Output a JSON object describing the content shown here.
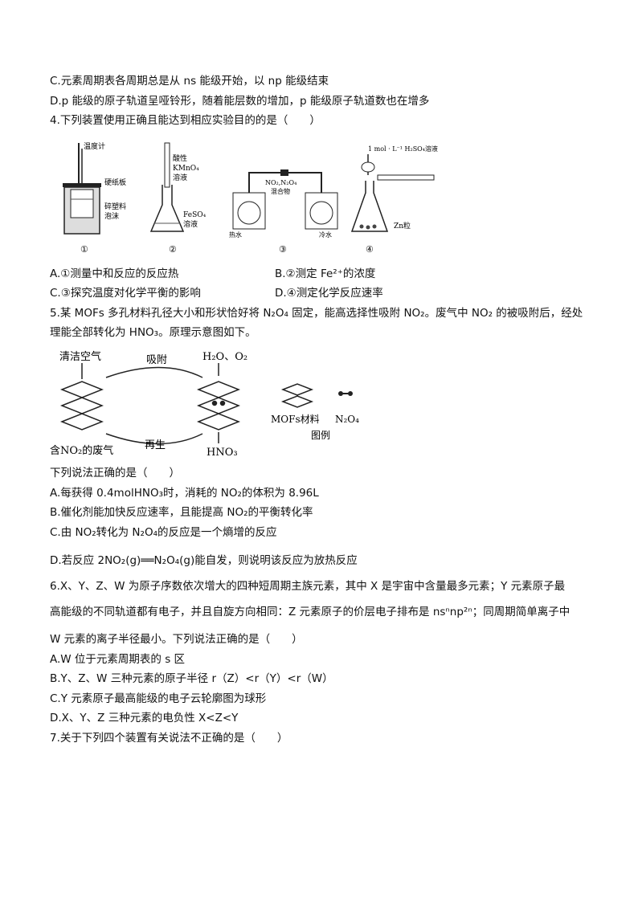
{
  "q3": {
    "optC": "C.元素周期表各周期总是从 ns 能级开始，以 np 能级结束",
    "optD": "D.p 能级的原子轨道呈哑铃形，随着能层数的增加，p 能级原子轨道数也在增多"
  },
  "q4": {
    "stem": "4.下列装置使用正确且能达到相应实验目的的是（　　）",
    "fig1": {
      "thermometer": "温度计",
      "board": "硬纸板",
      "foam1": "碎塑料",
      "foam2": "泡沫",
      "num": "①"
    },
    "fig2": {
      "reagent1": "酸性",
      "reagent2": "KMnO₄",
      "reagent3": "溶液",
      "flask1": "FeSO₄",
      "flask2": "溶液",
      "num": "②"
    },
    "fig3": {
      "gas1": "NO₂,N₂O₄",
      "gas2": "混合物",
      "hot": "热水",
      "cold": "冷水",
      "num": "③"
    },
    "fig4": {
      "acid": "1 mol · L⁻¹ H₂SO₄溶液",
      "zn": "Zn粒",
      "num": "④"
    },
    "optA": "A.①测量中和反应的反应热",
    "optB": "B.②测定 Fe²⁺的浓度",
    "optC": "C.③探究温度对化学平衡的影响",
    "optD": "D.④测定化学反应速率"
  },
  "q5": {
    "stem1": "5.某 MOFs 多孔材料孔径大小和形状恰好将 N₂O₄ 固定，能高选择性吸附 NO₂。废气中 NO₂ 的被吸附后，经处",
    "stem2": "理能全部转化为 HNO₃。原理示意图如下。",
    "diagram": {
      "clean_air": "清洁空气",
      "adsorb": "吸附",
      "inputs": "H₂O、O₂",
      "waste": "含NO₂的废气",
      "regen": "再生",
      "product": "HNO₃",
      "mof_label": "MOFs材料",
      "n2o4_label": "N₂O₄",
      "legend": "图例"
    },
    "ask": "下列说法正确的是（　　）",
    "optA": "A.每获得 0.4molHNO₃时，消耗的 NO₂的体积为 8.96L",
    "optB": "B.催化剂能加快反应速率，且能提高 NO₂的平衡转化率",
    "optC": "C.由 NO₂转化为 N₂O₄的反应是一个熵增的反应",
    "optD": "D.若反应 2NO₂(g)══N₂O₄(g)能自发，则说明该反应为放热反应"
  },
  "q6": {
    "line1": "6.X、Y、Z、W 为原子序数依次增大的四种短周期主族元素，其中 X 是宇宙中含量最多元素；Y 元素原子最",
    "line2": "高能级的不同轨道都有电子，并且自旋方向相同：Z 元素原子的价层电子排布是 nsⁿnp²ⁿ；同周期简单离子中",
    "line3": "W 元素的离子半径最小。下列说法正确的是（　　）",
    "optA": "A.W 位于元素周期表的 s 区",
    "optB": "B.Y、Z、W 三种元素的原子半径 r（Z）<r（Y）<r（W）",
    "optC": "C.Y 元素原子最高能级的电子云轮廓图为球形",
    "optD": "D.X、Y、Z 三种元素的电负性 X<Z<Y"
  },
  "q7": {
    "stem": "7.关于下列四个装置有关说法不正确的是（　　）"
  }
}
